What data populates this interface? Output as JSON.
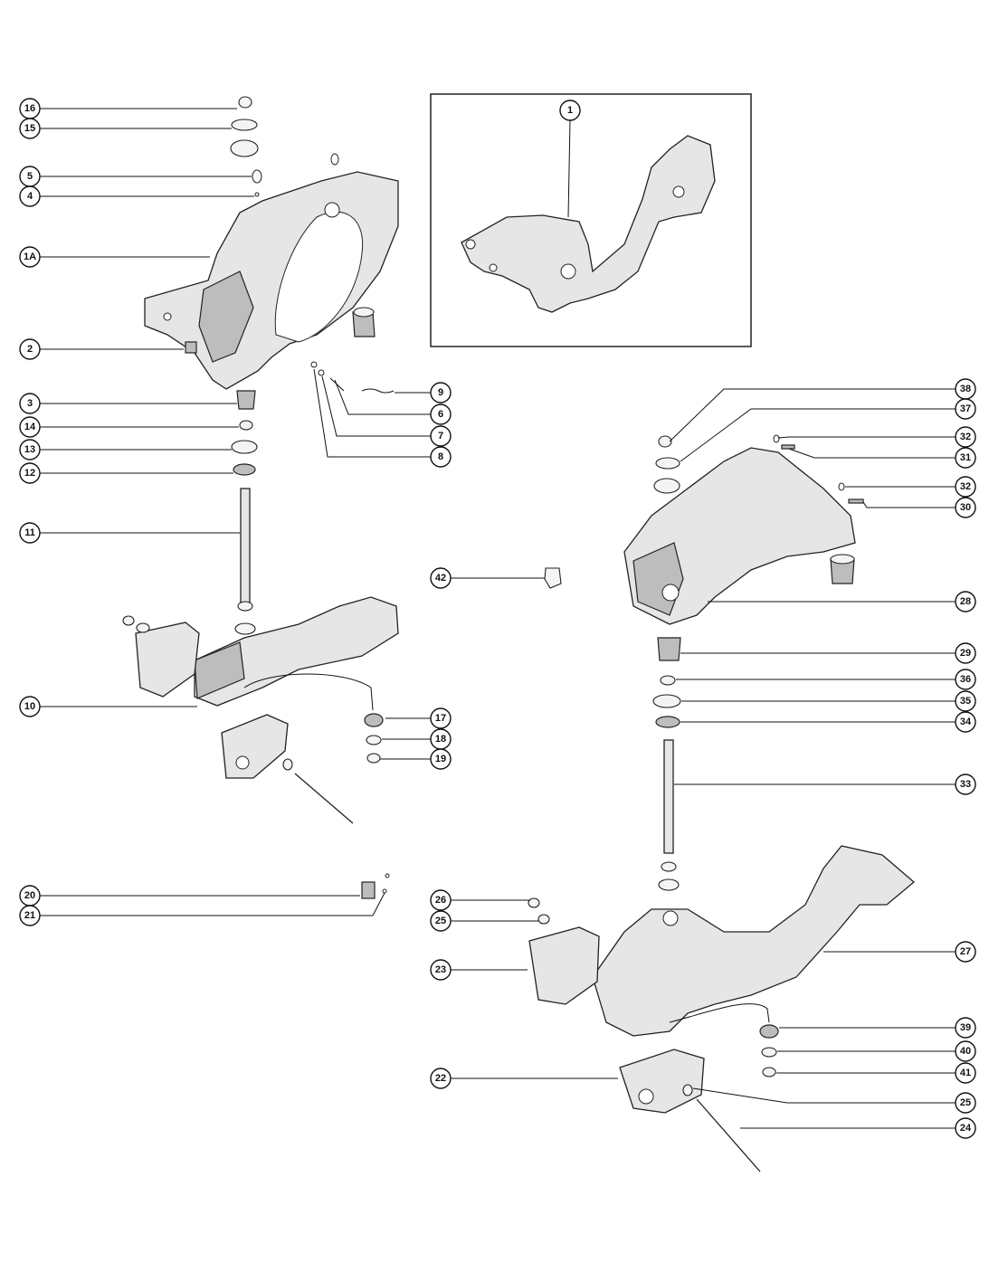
{
  "callouts": [
    {
      "label": "16"
    },
    {
      "label": "15"
    },
    {
      "label": "5"
    },
    {
      "label": "4"
    },
    {
      "label": "1A"
    },
    {
      "label": "2"
    },
    {
      "label": "3"
    },
    {
      "label": "14"
    },
    {
      "label": "13"
    },
    {
      "label": "12"
    },
    {
      "label": "11"
    },
    {
      "label": "10"
    },
    {
      "label": "20"
    },
    {
      "label": "21"
    },
    {
      "label": "1"
    },
    {
      "label": "9"
    },
    {
      "label": "6"
    },
    {
      "label": "7"
    },
    {
      "label": "8"
    },
    {
      "label": "17"
    },
    {
      "label": "18"
    },
    {
      "label": "19"
    },
    {
      "label": "38"
    },
    {
      "label": "37"
    },
    {
      "label": "32"
    },
    {
      "label": "31"
    },
    {
      "label": "32"
    },
    {
      "label": "30"
    },
    {
      "label": "42"
    },
    {
      "label": "28"
    },
    {
      "label": "29"
    },
    {
      "label": "36"
    },
    {
      "label": "35"
    },
    {
      "label": "34"
    },
    {
      "label": "33"
    },
    {
      "label": "26"
    },
    {
      "label": "25"
    },
    {
      "label": "23"
    },
    {
      "label": "27"
    },
    {
      "label": "39"
    },
    {
      "label": "40"
    },
    {
      "label": "41"
    },
    {
      "label": "22"
    },
    {
      "label": "25"
    },
    {
      "label": "24"
    }
  ]
}
